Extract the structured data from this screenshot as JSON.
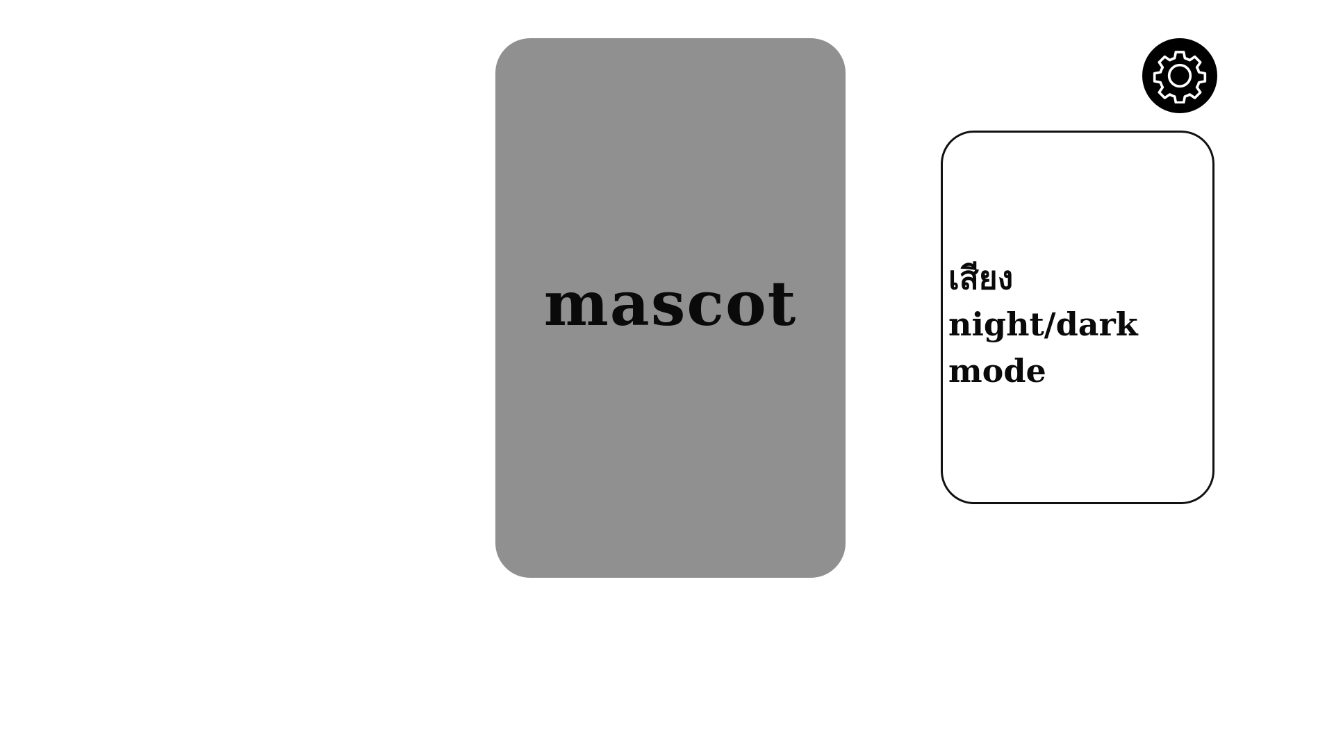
{
  "mascot": {
    "label": "mascot",
    "background": "#909090"
  },
  "settings_button": {
    "icon": "gear-icon",
    "background": "#000000"
  },
  "settings_panel": {
    "options": [
      {
        "label": "เสียง"
      },
      {
        "label": "night/dark"
      },
      {
        "label": "mode"
      }
    ]
  }
}
